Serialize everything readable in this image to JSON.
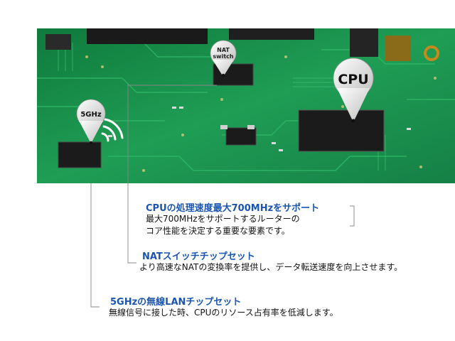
{
  "pins": {
    "nat": "NAT switch",
    "cpu": "CPU",
    "wifi": "5GHz"
  },
  "features": {
    "cpu": {
      "title": "CPUの処理速度最大700MHzをサポート",
      "desc_line1": "最大700MHzをサポートするルーターの",
      "desc_line2": "コア性能を決定する重要な要素です。"
    },
    "nat": {
      "title": "NATスイッチチップセット",
      "desc": "より高速なNATの変換率を提供し、データ転送速度を向上させます。"
    },
    "wifi": {
      "title": "5GHzの無線LANチップセット",
      "desc": "無線信号に接した時、CPUのリソース占有率を低減します。"
    }
  },
  "colors": {
    "accent": "#1a55b0",
    "pcb": "#1e9a52",
    "chip": "#1b1b1b",
    "pin": "#e6e6e6"
  }
}
